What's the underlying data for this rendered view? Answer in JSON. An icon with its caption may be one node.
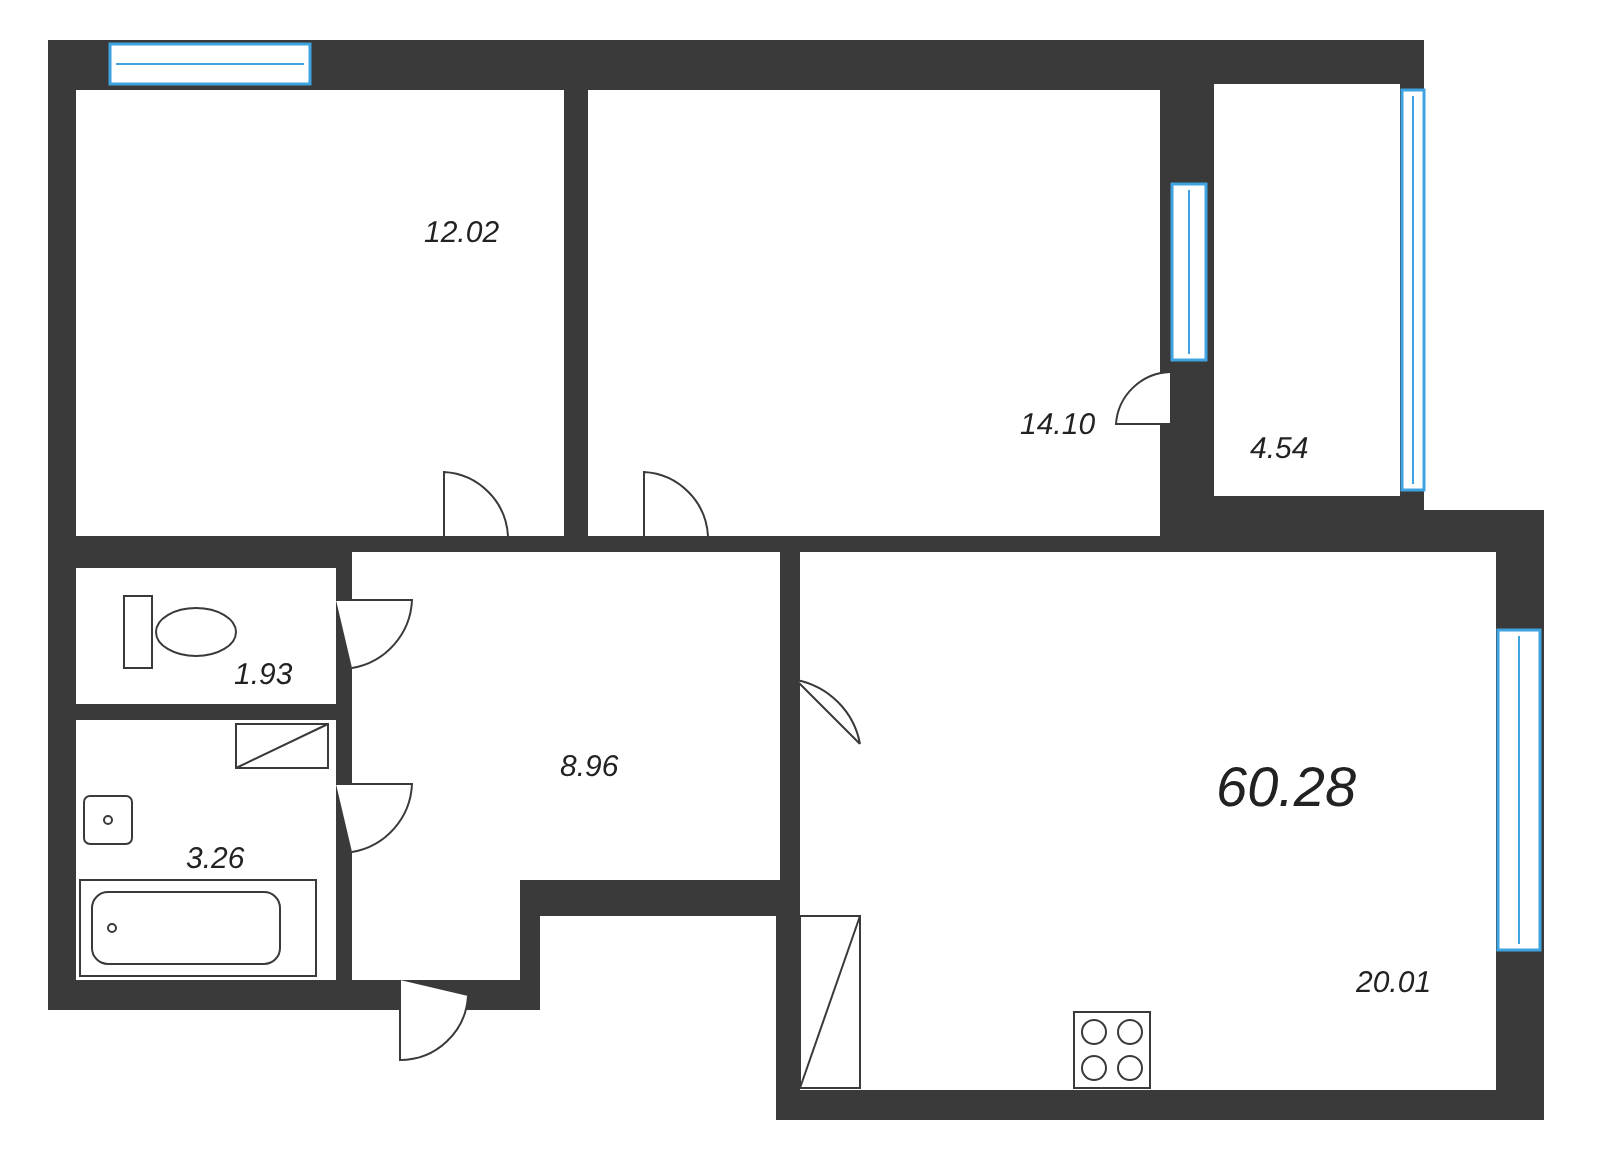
{
  "diagram": {
    "nodes": [
      {
        "text": [
          "12.02"
        ]
      },
      {
        "text": [
          "14.10"
        ]
      },
      {
        "text": [
          "4.54"
        ]
      },
      {
        "text": [
          "1.93"
        ]
      },
      {
        "text": [
          "8.96"
        ]
      },
      {
        "text": [
          "3.26"
        ]
      },
      {
        "text": [
          "20.01"
        ]
      }
    ],
    "labels": [
      "60.28"
    ]
  }
}
